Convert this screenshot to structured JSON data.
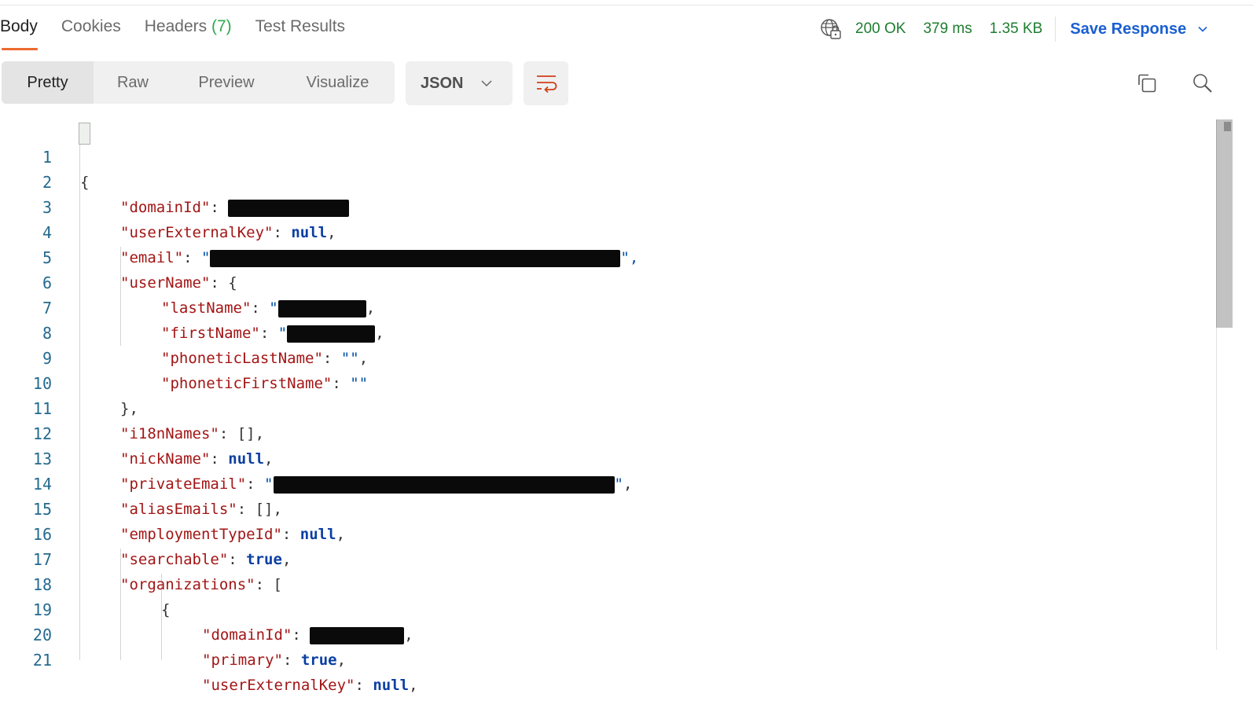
{
  "response_tabs": [
    {
      "label": "Body",
      "active": true
    },
    {
      "label": "Cookies",
      "active": false
    },
    {
      "label": "Headers",
      "count": "(7)",
      "active": false
    },
    {
      "label": "Test Results",
      "active": false
    }
  ],
  "status_bar": {
    "network_icon": "globe-lock-icon",
    "status": "200 OK",
    "time": "379 ms",
    "size": "1.35 KB",
    "save_response_label": "Save Response"
  },
  "colors": {
    "accent": "#ec6a2e",
    "status_green": "#1e7d2f",
    "link_blue": "#1a5fd0",
    "json_key": "#a31515",
    "json_literal": "#0b3fa3",
    "line_number": "#246a8f"
  },
  "view_modes": [
    {
      "label": "Pretty",
      "active": true
    },
    {
      "label": "Raw",
      "active": false
    },
    {
      "label": "Preview",
      "active": false
    },
    {
      "label": "Visualize",
      "active": false
    }
  ],
  "format_select": {
    "value": "JSON"
  },
  "toolbar_icons": {
    "wrap": "wrap-lines-icon",
    "copy": "copy-icon",
    "search": "search-icon"
  },
  "editor": {
    "line_numbers": [
      "1",
      "2",
      "3",
      "4",
      "5",
      "6",
      "7",
      "8",
      "9",
      "10",
      "11",
      "12",
      "13",
      "14",
      "15",
      "16",
      "17",
      "18",
      "19",
      "20",
      "21"
    ],
    "lines": {
      "l1": {
        "brace": "{"
      },
      "l2": {
        "key": "\"domainId\"",
        "sep": ": ",
        "redacted": true
      },
      "l3": {
        "key": "\"userExternalKey\"",
        "sep": ": ",
        "value": "null",
        "tail": ","
      },
      "l4": {
        "key": "\"email\"",
        "sep": ": ",
        "open_quote": "\"",
        "redacted": true,
        "close": "\",",
        "tail": ""
      },
      "l5": {
        "key": "\"userName\"",
        "sep": ": ",
        "tail": "{"
      },
      "l6": {
        "key": "\"lastName\"",
        "sep": ": ",
        "open_quote": "\"",
        "redacted": true,
        "tail": ","
      },
      "l7": {
        "key": "\"firstName\"",
        "sep": ": ",
        "open_quote": "\"",
        "redacted": true,
        "tail": ","
      },
      "l8": {
        "key": "\"phoneticLastName\"",
        "sep": ": ",
        "value": "\"\"",
        "tail": ","
      },
      "l9": {
        "key": "\"phoneticFirstName\"",
        "sep": ": ",
        "value": "\"\"",
        "tail": ""
      },
      "l10": {
        "text": "},"
      },
      "l11": {
        "key": "\"i18nNames\"",
        "sep": ": ",
        "tail": "[],"
      },
      "l12": {
        "key": "\"nickName\"",
        "sep": ": ",
        "value": "null",
        "tail": ","
      },
      "l13": {
        "key": "\"privateEmail\"",
        "sep": ": ",
        "open_quote": "\"",
        "redacted": true,
        "close": "\"",
        "tail": ","
      },
      "l14": {
        "key": "\"aliasEmails\"",
        "sep": ": ",
        "tail": "[],"
      },
      "l15": {
        "key": "\"employmentTypeId\"",
        "sep": ": ",
        "value": "null",
        "tail": ","
      },
      "l16": {
        "key": "\"searchable\"",
        "sep": ": ",
        "value": "true",
        "tail": ","
      },
      "l17": {
        "key": "\"organizations\"",
        "sep": ": ",
        "tail": "["
      },
      "l18": {
        "text": "{"
      },
      "l19": {
        "key": "\"domainId\"",
        "sep": ": ",
        "redacted": true,
        "tail": ","
      },
      "l20": {
        "key": "\"primary\"",
        "sep": ": ",
        "value": "true",
        "tail": ","
      },
      "l21": {
        "key": "\"userExternalKey\"",
        "sep": ": ",
        "value": "null",
        "tail": ","
      }
    }
  }
}
